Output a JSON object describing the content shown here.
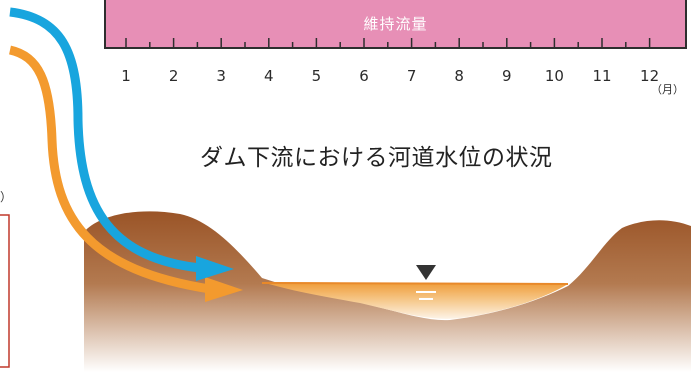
{
  "band_label": "維持流量",
  "months": [
    "1",
    "2",
    "3",
    "4",
    "5",
    "6",
    "7",
    "8",
    "9",
    "10",
    "11",
    "12"
  ],
  "month_unit": "（月）",
  "caption": "ダム下流における河道水位の状況",
  "left_edge_text": "）",
  "colors": {
    "band": "#e78fb6",
    "band_border": "#2e2e2e",
    "blue_arrow": "#18a5de",
    "orange_arrow": "#f39a2e",
    "terrain": "#9c5a2e",
    "water": "#f0a23e",
    "left_box_border": "#c0392b"
  },
  "icons": [
    "water-level-marker-icon",
    "blue-flow-arrow-icon",
    "orange-flow-arrow-icon"
  ]
}
